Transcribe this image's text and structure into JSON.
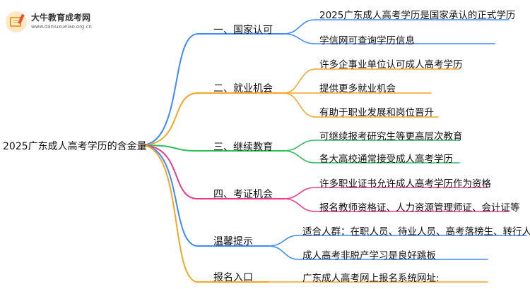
{
  "logo": {
    "title": "大牛教育成考网",
    "url": "www.daniuxueiao.org.cn",
    "icon": "book-pencil-icon"
  },
  "root": {
    "label": "2025广东成人高考学历的含金量"
  },
  "branches": [
    {
      "label": "一、国家认可",
      "color": "#3d8bfd",
      "leaves": [
        "2025广东成人高考学历是国家承认的正式学历",
        "学信网可查询学历信息"
      ]
    },
    {
      "label": "二、就业机会",
      "color": "#f5a623",
      "leaves": [
        "许多企事业单位认可成人高考学历",
        "提供更多就业机会",
        "有助于职业发展和岗位晋升"
      ]
    },
    {
      "label": "三、继续教育",
      "color": "#2cbf5a",
      "leaves": [
        "可继续报考研究生等更高层次教育",
        "各大高校通常接受成人高考学历"
      ]
    },
    {
      "label": "四、考证机会",
      "color": "#ec3a8e",
      "leaves": [
        "许多职业证书允许成人高考学历作为资格",
        "报名教师资格证、人力资源管理师证、会计证等"
      ]
    },
    {
      "label": "温馨提示",
      "color": "#3d8bfd",
      "leaves": [
        "适合人群：在职人员、待业人员、高考落榜生、转行人士",
        "成人高考非脱产学习是良好跳板"
      ]
    },
    {
      "label": "报名入口",
      "color": "#f5a623",
      "leaves": [
        "广东成人高考网上报名系统网址:"
      ]
    }
  ]
}
